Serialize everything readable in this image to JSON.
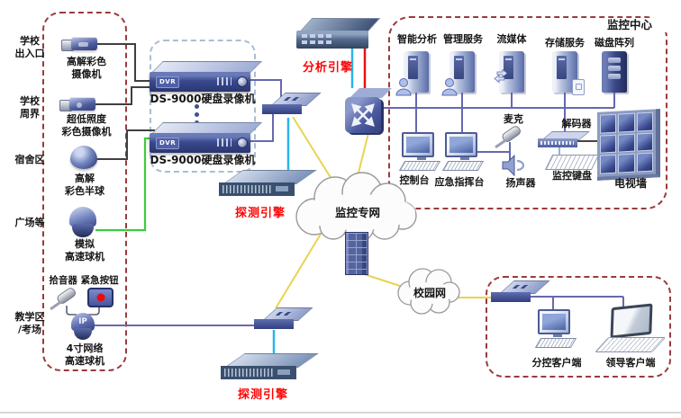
{
  "left_zone_labels": [
    {
      "line1": "学校",
      "line2": "出入口"
    },
    {
      "line1": "学校",
      "line2": "周界"
    },
    {
      "line1": "宿舍区",
      "line2": ""
    },
    {
      "line1": "广场等",
      "line2": ""
    },
    {
      "line1": "教学区",
      "line2": "/考场"
    }
  ],
  "cameras": [
    {
      "caption1": "高解彩色",
      "caption2": "摄像机"
    },
    {
      "caption1": "超低照度",
      "caption2": "彩色摄像机"
    },
    {
      "caption1": "高解",
      "caption2": "彩色半球"
    },
    {
      "caption1": "模拟",
      "caption2": "高速球机"
    },
    {
      "caption1": "4寸网络",
      "caption2": "高速球机"
    }
  ],
  "sensor_row_label": "拾音器 紧急按钮",
  "ip_dome_badge": "IP",
  "dvrs": [
    {
      "badge": "DVR",
      "label": "DS-9000硬盘录像机"
    },
    {
      "badge": "DVR",
      "label": "DS-9000硬盘录像机"
    }
  ],
  "engine_labels": {
    "analysis": "分析引擎",
    "detect_top": "探测引擎",
    "detect_bottom": "探测引擎"
  },
  "clouds": {
    "private": "监控专网",
    "campus": "校园网"
  },
  "monitor_center": {
    "title": "监控中心",
    "servers": [
      {
        "label": "智能分析"
      },
      {
        "label": "管理服务"
      },
      {
        "label": "流媒体"
      },
      {
        "label": "存储服务"
      },
      {
        "label": "磁盘阵列"
      }
    ],
    "console_label": "控制台",
    "command_label": "应急指挥台",
    "mic_label": "麦克",
    "speaker_label": "扬声器",
    "decoder_label": "解码器",
    "keyboard_label": "监控键盘",
    "tv_wall_label": "电视墙"
  },
  "clients": {
    "sub_control": "分控客户端",
    "leader": "领导客户端"
  },
  "colors": {
    "red_text": "#fd0404",
    "dashed_red": "#9a3b3b",
    "dashed_blue": "#a9bdd6",
    "line_black": "#404040",
    "line_green": "#3ecb3e",
    "line_cyan": "#29b6ea",
    "line_red": "#e81212",
    "line_yellow": "#e8d44f",
    "line_purple": "#6668b0",
    "device_navy": "#2e3c78",
    "device_slate": "#6879b4"
  }
}
